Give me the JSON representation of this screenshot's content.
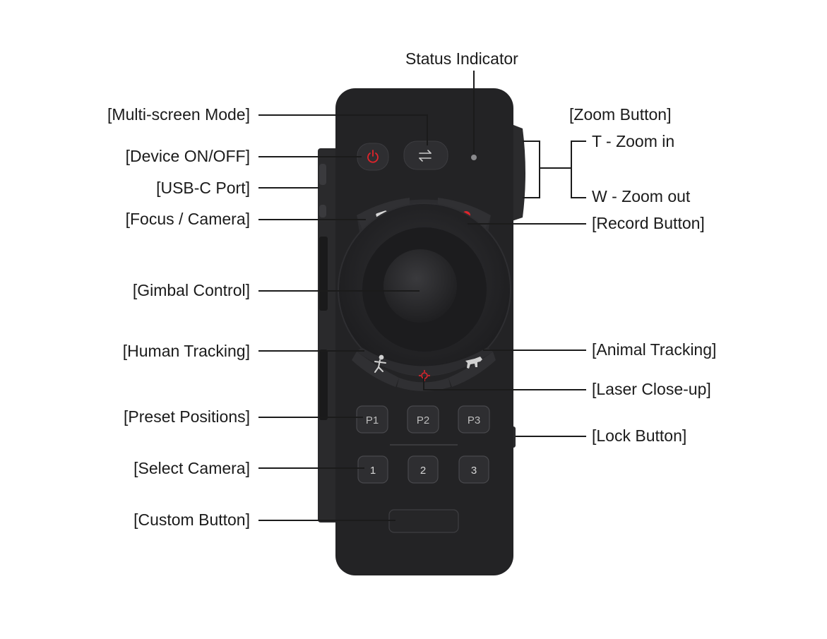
{
  "labels": {
    "status_indicator": "Status Indicator",
    "multi_screen_mode": "[Multi-screen Mode]",
    "device_on_off": "[Device ON/OFF]",
    "usb_c_port": "[USB-C Port]",
    "focus_camera": "[Focus / Camera]",
    "gimbal_control": "[Gimbal Control]",
    "human_tracking": "[Human Tracking]",
    "preset_positions": "[Preset Positions]",
    "select_camera": "[Select Camera]",
    "custom_button": "[Custom Button]",
    "zoom_button": "[Zoom Button]",
    "zoom_in": "T - Zoom in",
    "zoom_out": "W - Zoom out",
    "record_button": "[Record Button]",
    "animal_tracking": "[Animal Tracking]",
    "laser_close_up": "[Laser Close-up]",
    "lock_button": "[Lock Button]"
  },
  "device": {
    "preset_buttons": [
      "P1",
      "P2",
      "P3"
    ],
    "camera_buttons": [
      "1",
      "2",
      "3"
    ],
    "colors": {
      "body": "#232325",
      "button": "#2c2c2f",
      "accent_red": "#e0242b",
      "label_text": "#1b1b1b"
    },
    "icons": {
      "power": "power-icon",
      "switch": "swap-arrows-icon",
      "camera": "camera-icon",
      "record": "record-dot-icon",
      "human": "human-figure-icon",
      "laser": "laser-crosshair-icon",
      "animal": "dog-icon"
    }
  }
}
